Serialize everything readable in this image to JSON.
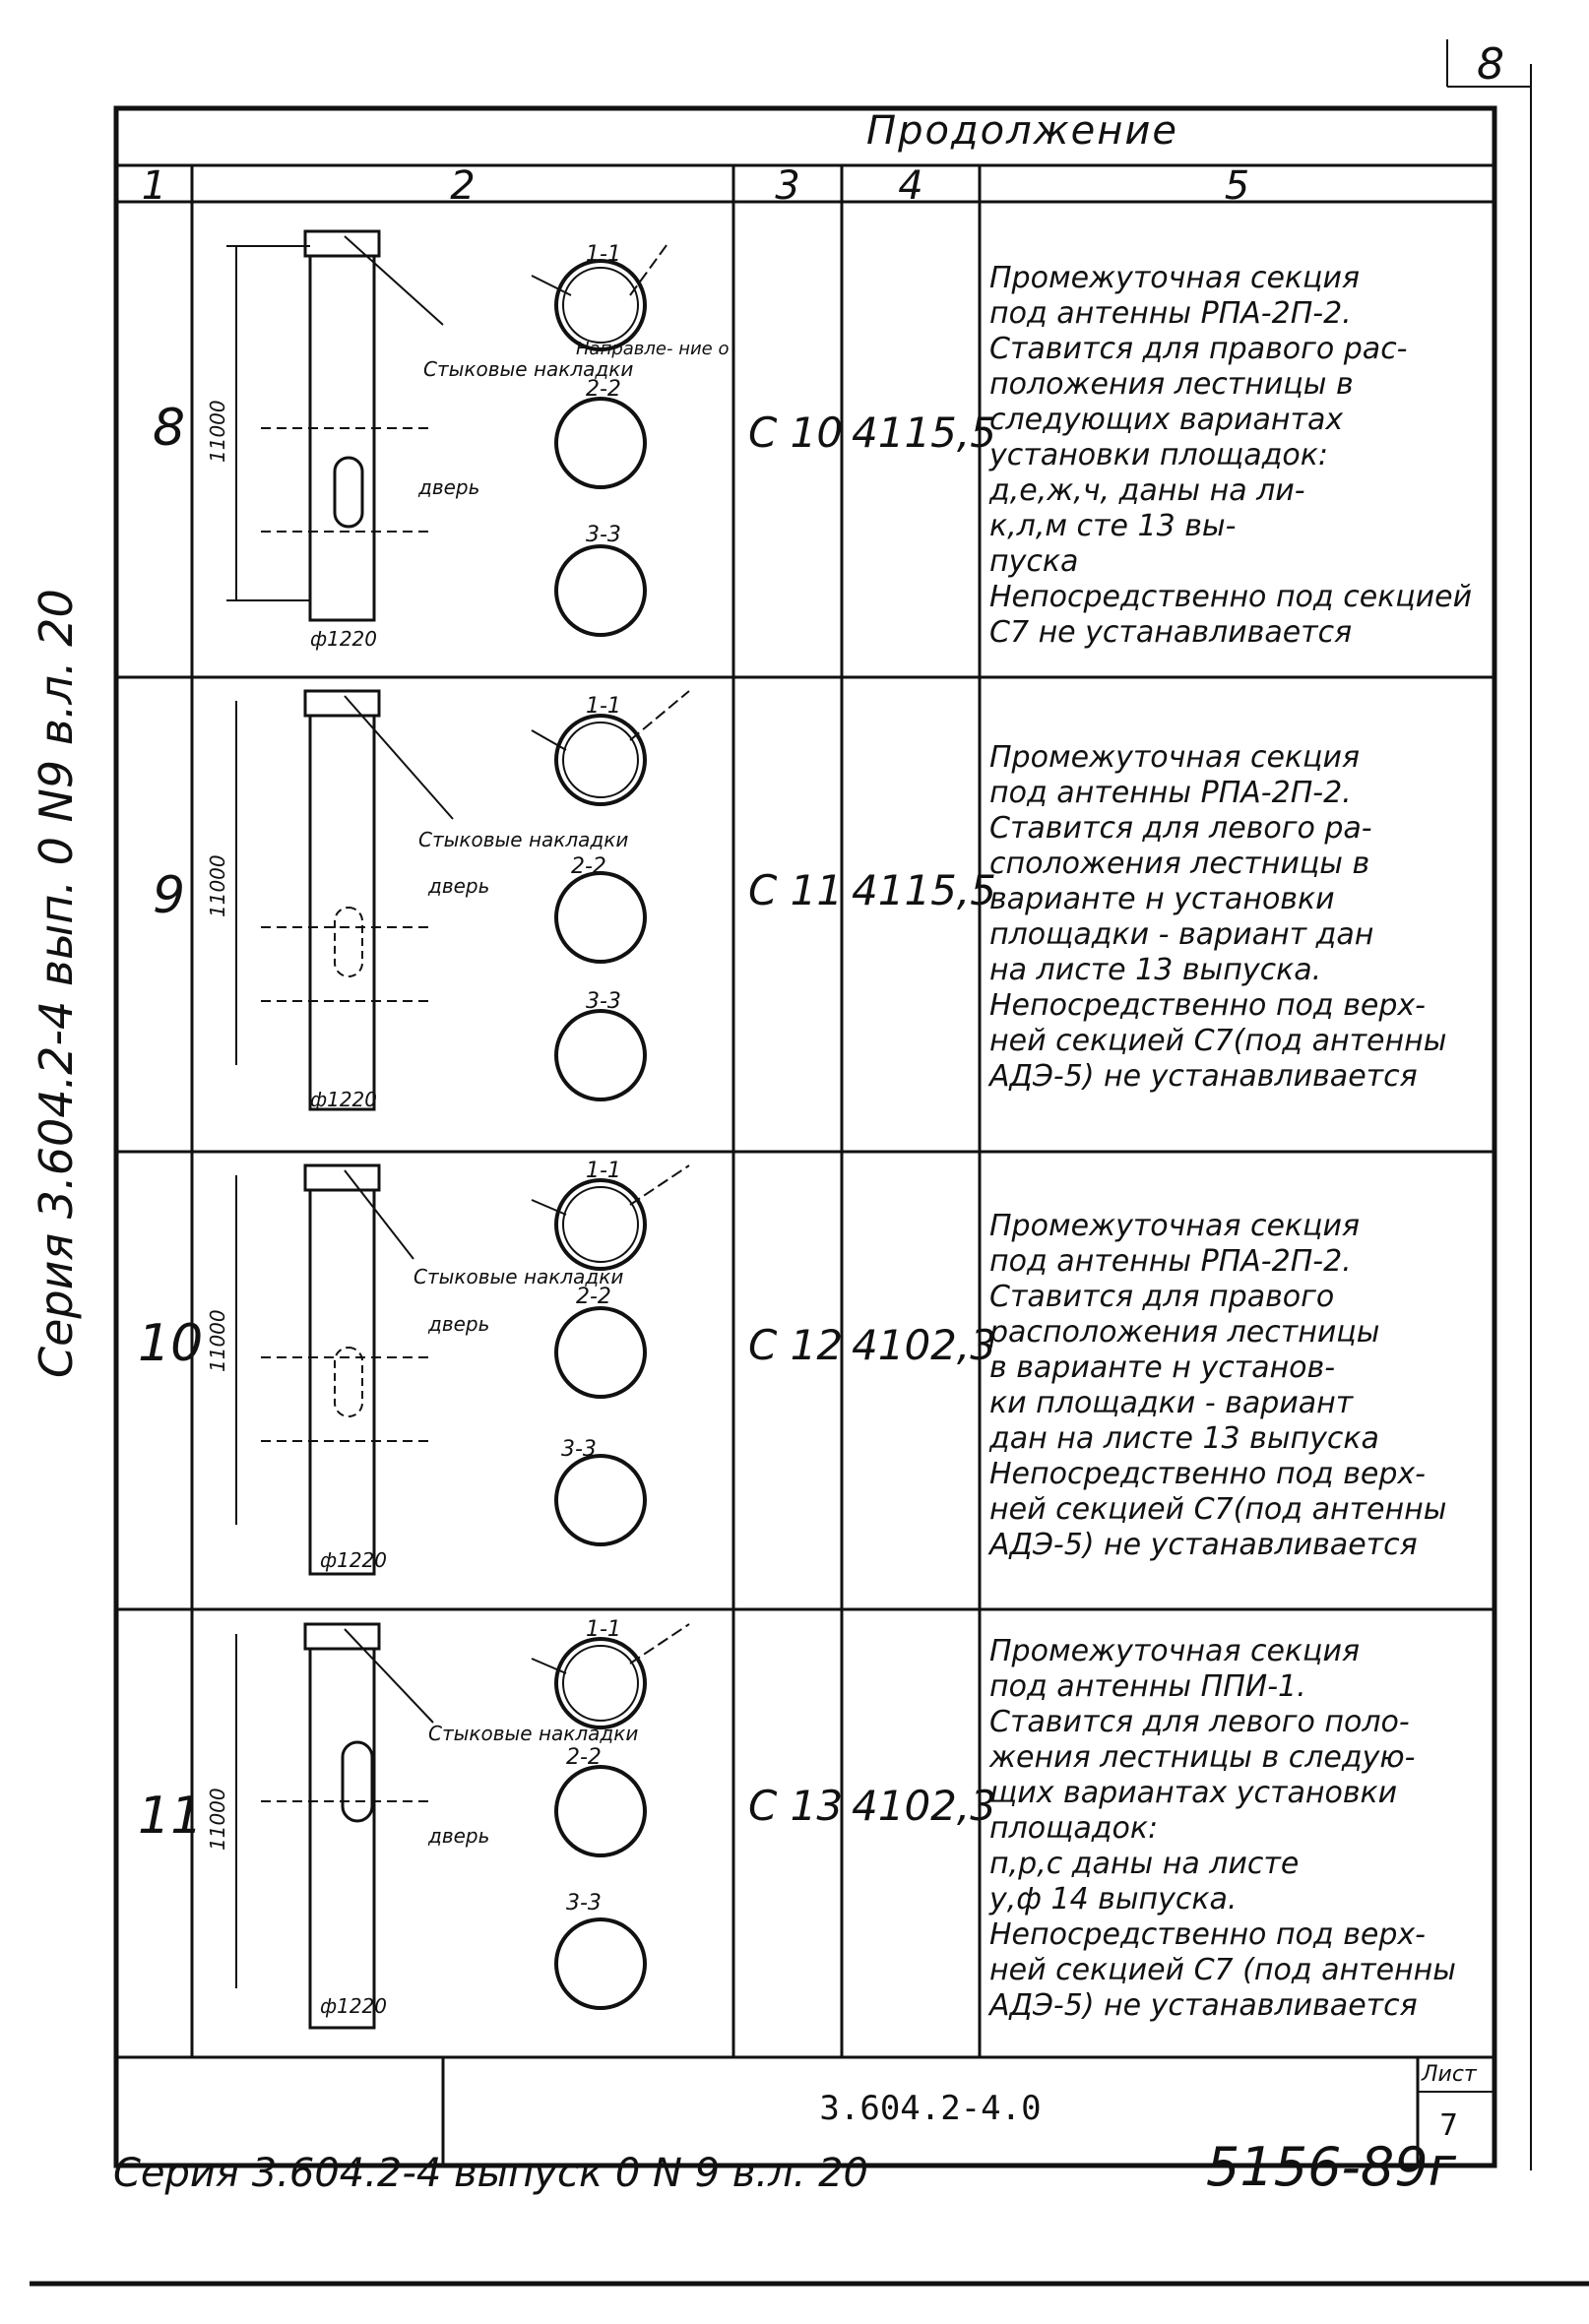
{
  "page_number": "8",
  "continuation": "Продолжение",
  "table": {
    "headers": [
      "1",
      "2",
      "3",
      "4",
      "5"
    ],
    "rows": [
      {
        "num": "8",
        "code": "C 10",
        "mass": "4115,5",
        "labels": {
          "joint": "Стыковые\nнакладки",
          "guide": "Направле-\nние оття-\nжек",
          "door": "дверь",
          "height": "11000",
          "diameter": "ф1220",
          "s11": "1-1",
          "s22": "2-2",
          "s33": "3-3"
        },
        "desc": "Промежуточная секция\nпод антенны РПА-2П-2.\nСтавится для правого рас-\nположения лестницы в\nследующих вариантах\nустановки площадок:\nд,е,ж,ч,  даны на ли-\nк,л,м     сте 13 вы-\n          пуска\nНепосредственно под секцией\nС7 не устанавливается"
      },
      {
        "num": "9",
        "code": "C 11",
        "mass": "4115,5",
        "labels": {
          "joint": "Стыковые\nнакладки",
          "door": "дверь",
          "height": "11000",
          "diameter": "ф1220",
          "s11": "1-1",
          "s22": "2-2",
          "s33": "3-3"
        },
        "desc": "Промежуточная секция\nпод антенны РПА-2П-2.\nСтавится для левого ра-\nсположения лестницы в\nварианте н установки\nплощадки - вариант дан\nна листе 13 выпуска.\nНепосредственно под верх-\nней секцией С7(под антенны\nАДЭ-5) не устанавливается"
      },
      {
        "num": "10",
        "code": "C 12",
        "mass": "4102,3",
        "labels": {
          "joint": "Стыковые\nнакладки",
          "door": "дверь",
          "height": "11000",
          "diameter": "ф1220",
          "s11": "1-1",
          "s22": "2-2",
          "s33": "3-3"
        },
        "desc": "Промежуточная секция\nпод антенны РПА-2П-2.\nСтавится для правого\nрасположения лестницы\nв варианте н установ-\nки площадки - вариант\nдан на листе 13 выпуска\nНепосредственно под верх-\nней секцией С7(под антенны\nАДЭ-5) не устанавливается"
      },
      {
        "num": "11",
        "code": "C 13",
        "mass": "4102,3",
        "labels": {
          "joint": "Стыковые\nнакладки",
          "door": "дверь",
          "height": "11000",
          "diameter": "ф1220",
          "s11": "1-1",
          "s22": "2-2",
          "s33": "3-3"
        },
        "desc": "Промежуточная секция\nпод антенны ППИ-1.\nСтавится для левого поло-\nжения лестницы в следую-\nщих вариантах установки\nплощадок:\nп,р,с  даны на листе\nу,ф    14 выпуска.\nНепосредственно под верх-\nней секцией С7 (под антенны\nАДЭ-5) не устанавливается"
      }
    ]
  },
  "stamp": {
    "doc_code": "3.604.2-4.0",
    "sheet_label": "Лист",
    "sheet_num": "7"
  },
  "side_text": "Серия 3.604.2-4 вып. 0 N9 в.л. 20",
  "bottom_text": "Серия 3.604.2-4 выпуск 0 N 9 в.л. 20",
  "reg_number": "5156-89г"
}
